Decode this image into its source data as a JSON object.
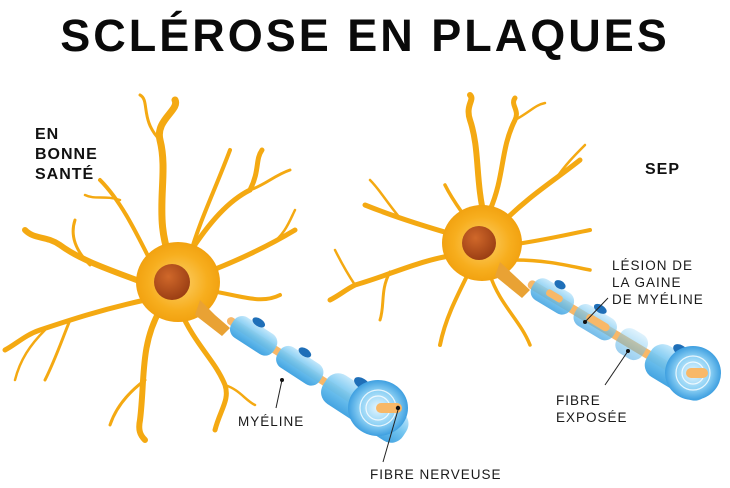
{
  "title": "SCLÉROSE EN PLAQUES",
  "panels": {
    "healthy": {
      "heading": "EN\nBONNE\nSANTÉ",
      "labels": {
        "myelin": "MYÉLINE",
        "nerve_fiber": "FIBRE NERVEUSE"
      }
    },
    "ms": {
      "heading": "SEP",
      "labels": {
        "lesion": "LÉSION DE\nLA GAINE\nDE MYÉLINE",
        "exposed_fiber": "FIBRE\nEXPOSÉE"
      }
    }
  },
  "colors": {
    "neuron": "#f5a915",
    "neuron_light": "#fbc54a",
    "nucleus": "#b8501c",
    "myelin": "#6ec3ee",
    "myelin_dark": "#2d8fd6",
    "schwann_nucleus": "#1f6fb8",
    "axon": "#f8b868"
  }
}
